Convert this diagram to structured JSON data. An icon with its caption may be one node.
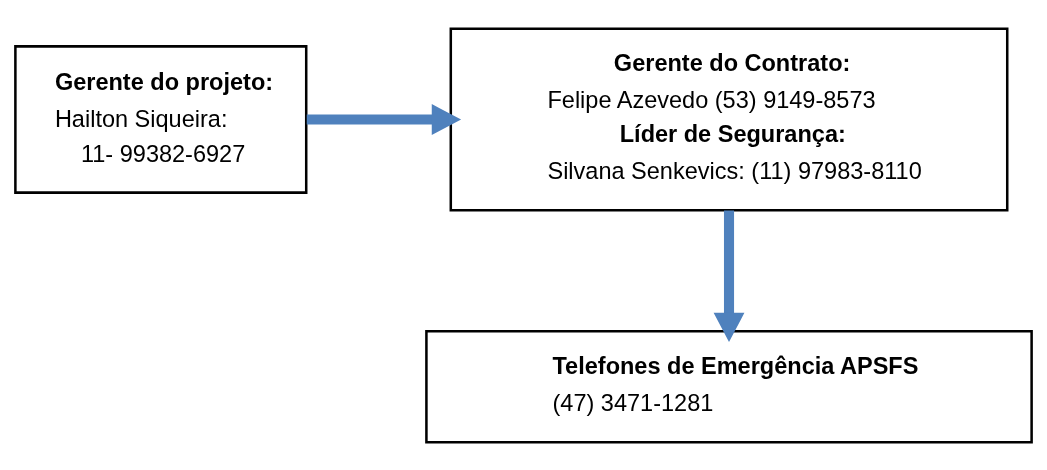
{
  "diagram": {
    "nodes": [
      {
        "text": [
          "Gerente do projeto:",
          "Hailton Siqueira:",
          "11- 99382-6927"
        ]
      },
      {
        "text": [
          "Gerente do Contrato:",
          "Felipe Azevedo (53) 9149-8573",
          "Líder de Segurança:",
          "Silvana Senkevics: (11) 97983-8110"
        ]
      },
      {
        "text": [
          "Telefones de Emergência APSFS",
          "(47) 3471-1281"
        ]
      }
    ],
    "edges": [
      {
        "from": 0,
        "to": 1,
        "arrow": "to"
      },
      {
        "from": 1,
        "to": 2,
        "arrow": "to"
      }
    ]
  }
}
